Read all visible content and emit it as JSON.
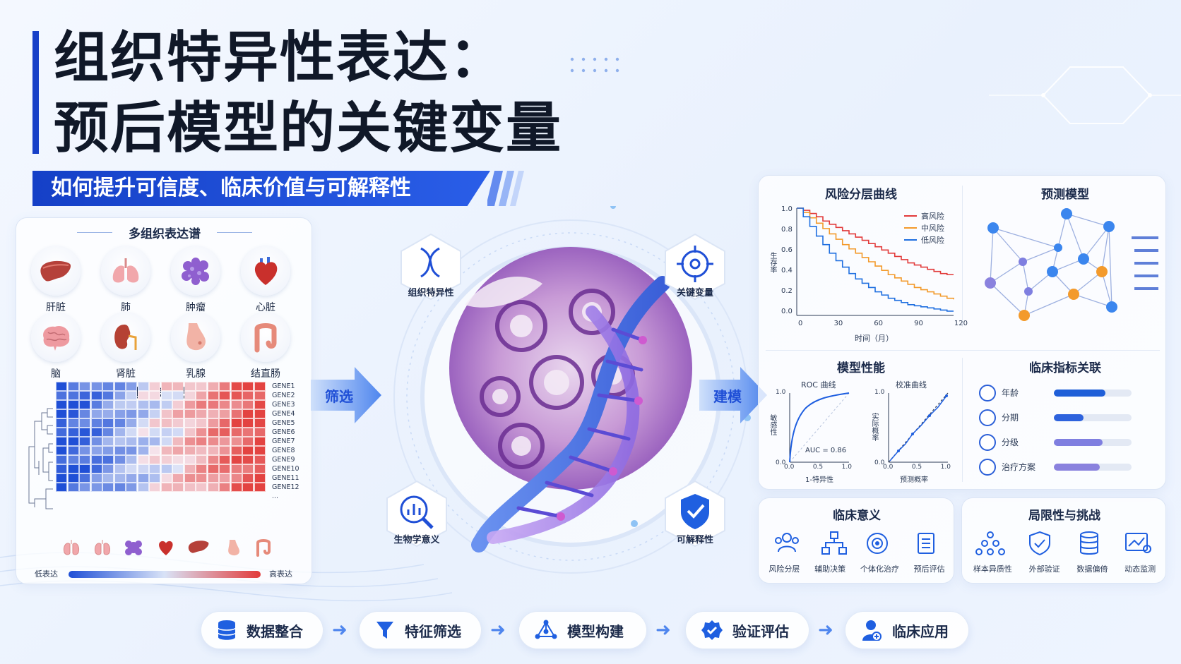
{
  "title_line1": "组织特异性表达：",
  "title_line2": "预后模型的关键变量",
  "subtitle": "如何提升可信度、临床价值与可解释性",
  "left_panel": {
    "organ_title": "多组织表达谱",
    "organs": [
      "肝脏",
      "肺",
      "肿瘤",
      "心脏",
      "脑",
      "肾脏",
      "乳腺",
      "结直肠"
    ],
    "heatmap_title": "基因表达热图",
    "genes": [
      "GENE1",
      "GENE2",
      "GENE3",
      "GENE4",
      "GENE5",
      "GENE6",
      "GENE7",
      "GENE8",
      "GENE9",
      "GENE10",
      "GENE11",
      "GENE12",
      "..."
    ],
    "legend_low": "低表达",
    "legend_high": "高表达"
  },
  "flow": {
    "left_label": "筛选",
    "right_label": "建模"
  },
  "center": {
    "hex_top_left": "组织特异性",
    "hex_top_right": "关键变量",
    "hex_bottom_left": "生物学意义",
    "hex_bottom_right": "可解释性"
  },
  "km_panel": {
    "title": "风险分层曲线",
    "ylabel": "生存率",
    "xlabel": "时间（月）",
    "yticks": [
      "1.0",
      "0.8",
      "0.6",
      "0.4",
      "0.2",
      "0.0"
    ],
    "xticks": [
      "0",
      "30",
      "60",
      "90",
      "120"
    ],
    "legend": [
      "高风险",
      "中风险",
      "低风险"
    ],
    "colors": [
      "#e23a3a",
      "#f39a2b",
      "#1f6fe0"
    ]
  },
  "network_panel": {
    "title": "预测模型"
  },
  "performance_panel": {
    "title": "模型性能",
    "roc_title": "ROC 曲线",
    "roc_ylabel": "敏感性",
    "roc_xlabel": "1-特异性",
    "auc": "AUC = 0.86",
    "cal_title": "校准曲线",
    "cal_ylabel": "实际概率",
    "cal_xlabel": "预测概率",
    "ticks_y": [
      "1.0",
      "0.5",
      "0.0"
    ],
    "ticks_x": [
      "0.0",
      "0.5",
      "1.0"
    ]
  },
  "clinical_panel": {
    "title": "临床指标关联",
    "items": [
      {
        "label": "年龄",
        "value": 0.66,
        "color": "#1f5fd8"
      },
      {
        "label": "分期",
        "value": 0.38,
        "color": "#2e63dd"
      },
      {
        "label": "分级",
        "value": 0.63,
        "color": "#7f7fe0"
      },
      {
        "label": "治疗方案",
        "value": 0.59,
        "color": "#8a82de"
      }
    ]
  },
  "significance_panel": {
    "title": "临床意义",
    "items": [
      "风险分层",
      "辅助决策",
      "个体化治疗",
      "预后评估"
    ]
  },
  "limits_panel": {
    "title": "局限性与挑战",
    "items": [
      "样本异质性",
      "外部验证",
      "数据偏倚",
      "动态监测"
    ]
  },
  "pipeline": [
    "数据整合",
    "特征筛选",
    "模型构建",
    "验证评估",
    "临床应用"
  ],
  "colors": {
    "primary": "#1740c8",
    "accent": "#2a5ee8"
  }
}
